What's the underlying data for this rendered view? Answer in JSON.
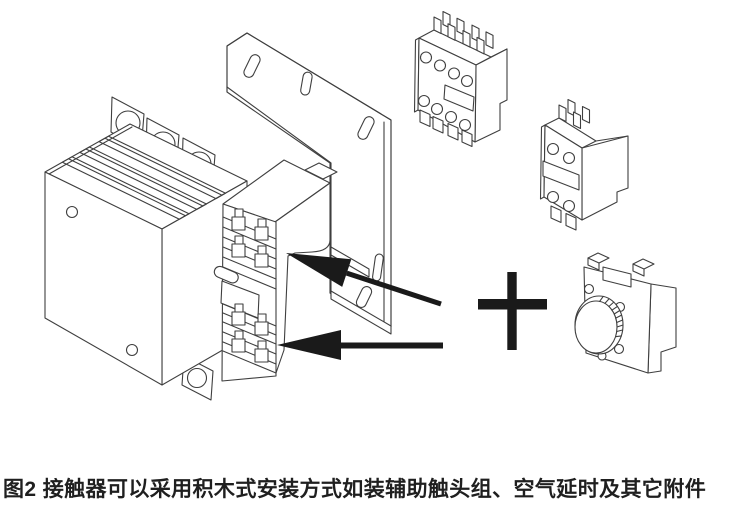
{
  "figure": {
    "caption": "图2 接触器可以采用积木式安装方式如装辅助触头组、空气延时及其它附件",
    "plus_symbol": "+",
    "components": {
      "contactor": "contactor-with-mounting-bracket",
      "aux_terminal_panel": "auxiliary-contact-terminal-panel",
      "module_top": "auxiliary-contact-block-4-pole",
      "module_middle": "auxiliary-contact-block-2-pole",
      "module_bottom": "pneumatic-time-delay-block",
      "arrows": "mounting-position-arrows"
    },
    "colors": {
      "background": "#ffffff",
      "line": "#3f3f3f",
      "solid": "#1a1a1a",
      "caption_text": "#1f1f1f"
    }
  }
}
